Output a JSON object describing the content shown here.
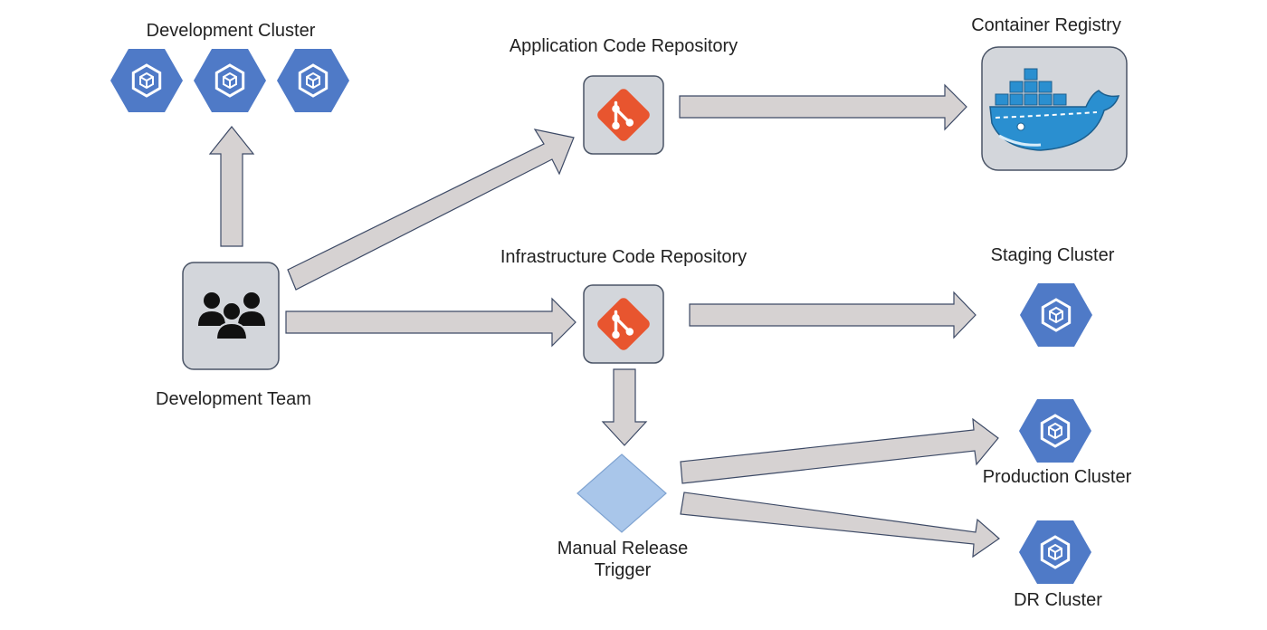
{
  "colors": {
    "arrow_fill": "#d6d2d2",
    "arrow_stroke": "#3d4a66",
    "box_fill": "#d3d6db",
    "box_stroke": "#4a5466",
    "hex_fill": "#4f7ac7",
    "git_orange": "#e8552f",
    "docker_blue": "#2a8fd0",
    "diamond_fill": "#a9c6ea"
  },
  "nodes": {
    "dev_cluster": {
      "label": "Development Cluster",
      "icon": "kubernetes-hex-icon"
    },
    "app_repo": {
      "label": "Application Code Repository",
      "icon": "git-icon"
    },
    "registry": {
      "label": "Container Registry",
      "icon": "docker-whale-icon"
    },
    "dev_team": {
      "label": "Development Team",
      "icon": "team-icon"
    },
    "infra_repo": {
      "label": "Infrastructure Code Repository",
      "icon": "git-icon"
    },
    "staging": {
      "label": "Staging Cluster",
      "icon": "kubernetes-hex-icon"
    },
    "trigger": {
      "label": "Manual Release Trigger",
      "icon": "diamond-icon"
    },
    "production": {
      "label": "Production Cluster",
      "icon": "kubernetes-hex-icon"
    },
    "dr": {
      "label": "DR Cluster",
      "icon": "kubernetes-hex-icon"
    }
  }
}
